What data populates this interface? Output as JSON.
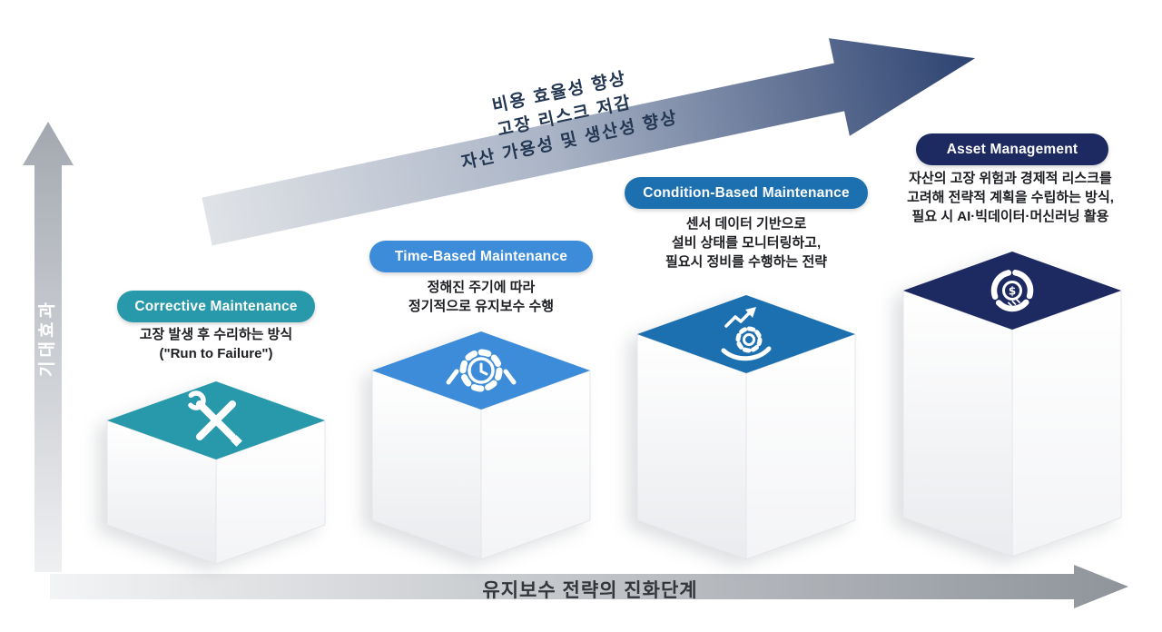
{
  "y_axis": {
    "label": "기대효과"
  },
  "x_axis": {
    "label": "유지보수 전략의 진화단계"
  },
  "trend_arrow": {
    "line1": "비용 효율성 향상",
    "line2": "고장 리스크 저감",
    "line3": "자산 가용성 및 생산성 향상",
    "tail_color": "#e0e3e7",
    "head_color": "#2c4270"
  },
  "stages": [
    {
      "label": "Corrective Maintenance",
      "color": "#2899aa",
      "icon": "crossed-tools-icon",
      "desc_lines": [
        "고장 발생 후 수리하는 방식",
        "(\"Run to Failure\")"
      ]
    },
    {
      "label": "Time-Based Maintenance",
      "color": "#3c8cd9",
      "icon": "gear-clock-icon",
      "desc_lines": [
        "정해진 주기에 따라",
        "정기적으로 유지보수 수행"
      ]
    },
    {
      "label": "Condition-Based Maintenance",
      "color": "#1c70b0",
      "icon": "condition-monitoring-icon",
      "desc_lines": [
        "센서 데이터 기반으로",
        "설비 상태를 모니터링하고,",
        "필요시 정비를 수행하는 전략"
      ]
    },
    {
      "label": "Asset Management",
      "color": "#1d2a62",
      "icon": "asset-analytics-icon",
      "icon_symbol": "$",
      "desc_lines": [
        "자산의 고장 위험과 경제적 리스크를",
        "고려해 전략적 계획을 수립하는 방식,",
        "필요 시 AI·빅데이터·머신러닝 활용"
      ]
    }
  ]
}
